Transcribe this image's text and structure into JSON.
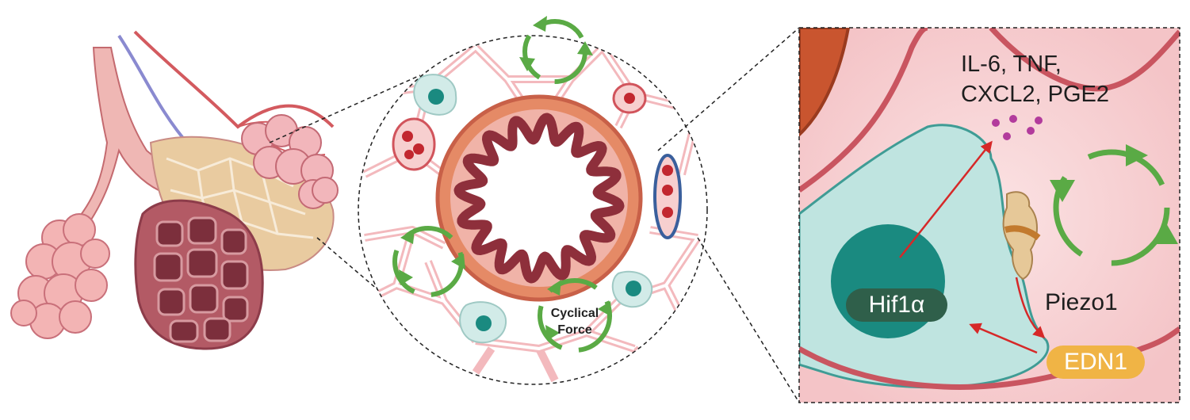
{
  "labels": {
    "cytokines": "IL-6,  TNF,\nCXCL2, PGE2",
    "piezo": "Piezo1",
    "hif": "Hif1α",
    "edn1": "EDN1",
    "cyclical_force": "Cyclical\nForce"
  },
  "colors": {
    "alveolar_pink": "#f0a3a8",
    "airway_muscle": "#d9704a",
    "epithelium": "#8e2f3b",
    "arrow_green": "#5aaa45",
    "arrow_red": "#d62828",
    "cell_teal": "#bfe4e0",
    "nucleus": "#1a8a80",
    "edn1_badge": "#f0b445",
    "hif_badge": "#2f5f4a"
  }
}
